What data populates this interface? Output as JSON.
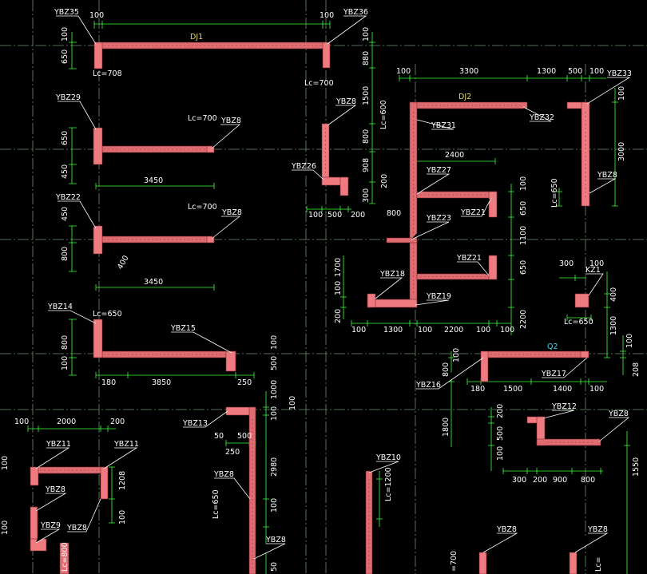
{
  "colors": {
    "background": "#000000",
    "wall": "#e06c72",
    "dimension_line": "#3cff3c",
    "axis_line": "#6f8f6f",
    "text": "#ffffff",
    "beam_tag": "#e8d86a",
    "wall_tag": "#4fd6e6"
  },
  "beam_tags": [
    "DJ1",
    "DJ2",
    "Q2"
  ],
  "tags": [
    "YBZ35",
    "YBZ36",
    "YBZ29",
    "YBZ8",
    "YBZ8",
    "YBZ31",
    "YBZ32",
    "YBZ26",
    "YBZ22",
    "YBZ8",
    "YBZ14",
    "YBZ15",
    "YBZ33",
    "YBZ27",
    "YBZ8",
    "YBZ21",
    "YBZ23",
    "YBZ21",
    "YBZ18",
    "YBZ19",
    "KZ1",
    "YBZ17",
    "YBZ16",
    "YBZ13",
    "YBZ11",
    "YBZ11",
    "YBZ8",
    "YBZ8",
    "YBZ9",
    "YBZ8",
    "YBZ8",
    "YBZ10",
    "YBZ12",
    "YBZ8",
    "YBZ8",
    "YBZ8"
  ],
  "lc": [
    "Lc=708",
    "Lc=700",
    "Lc=600",
    "Lc=700",
    "Lc=700",
    "Lc=650",
    "Lc=650",
    "Lc=650",
    "Lc=650",
    "Lc=800",
    "Lc=1200",
    "=700",
    "Lc="
  ],
  "dims": [
    "100",
    "100",
    "100",
    "650",
    "100",
    "880",
    "1500",
    "650",
    "800",
    "450",
    "908",
    "3450",
    "200",
    "300",
    "450",
    "100",
    "500",
    "200",
    "800",
    "400",
    "3450",
    "800",
    "100",
    "180",
    "3850",
    "250",
    "100",
    "500",
    "1000",
    "100",
    "100",
    "100",
    "3300",
    "1300",
    "500",
    "100",
    "100",
    "2400",
    "3000",
    "100",
    "650",
    "800",
    "1100",
    "650",
    "1700",
    "100",
    "200",
    "2200",
    "300",
    "100",
    "400",
    "1300",
    "100",
    "1300",
    "100",
    "2200",
    "100",
    "100",
    "100",
    "800",
    "100",
    "208",
    "180",
    "1500",
    "1400",
    "100",
    "100",
    "2000",
    "200",
    "50",
    "500",
    "250",
    "2980",
    "1208",
    "100",
    "100",
    "50",
    "200",
    "500",
    "100",
    "1800",
    "300",
    "200",
    "900",
    "800",
    "1550",
    "100",
    "100"
  ]
}
